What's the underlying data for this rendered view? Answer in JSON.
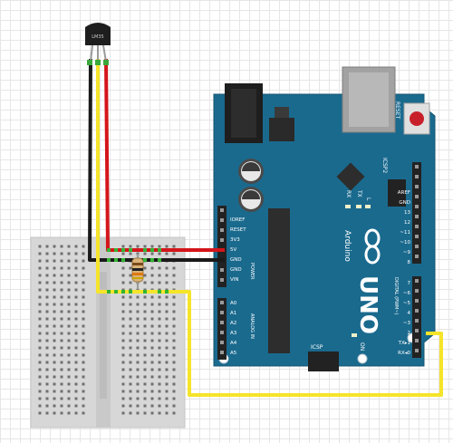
{
  "sensor": {
    "marking": "LM35"
  },
  "arduino": {
    "brand": "Arduino",
    "model": "UNO",
    "reset_label": "RESET",
    "icsp2_label": "ICSP2",
    "icsp_label": "ICSP",
    "digital_label": "DIGITAL (PWM~)",
    "power_label": "POWER",
    "analog_label": "ANALOG IN",
    "on_label": "ON",
    "rx_label": "RX",
    "tx_label": "TX",
    "l_label": "L",
    "power_pins": [
      "IOREF",
      "RESET",
      "3V3",
      "5V",
      "GND",
      "GND",
      "VIN"
    ],
    "analog_pins": [
      "A0",
      "A1",
      "A2",
      "A3",
      "A4",
      "A5"
    ],
    "digital_top_pins": [
      "AREF",
      "GND",
      "13",
      "12",
      "~11",
      "~10",
      "~9",
      "8"
    ],
    "digital_bottom_pins": [
      "7",
      "~6",
      "~5",
      "4",
      "~3",
      "2",
      "TX▸1",
      "RX◂0"
    ]
  },
  "colors": {
    "board": "#1a6a8e",
    "wire_red": "#d4151b",
    "wire_black": "#1a1a1a",
    "wire_yellow": "#f5e42a",
    "breadboard": "#d7d7d7"
  }
}
